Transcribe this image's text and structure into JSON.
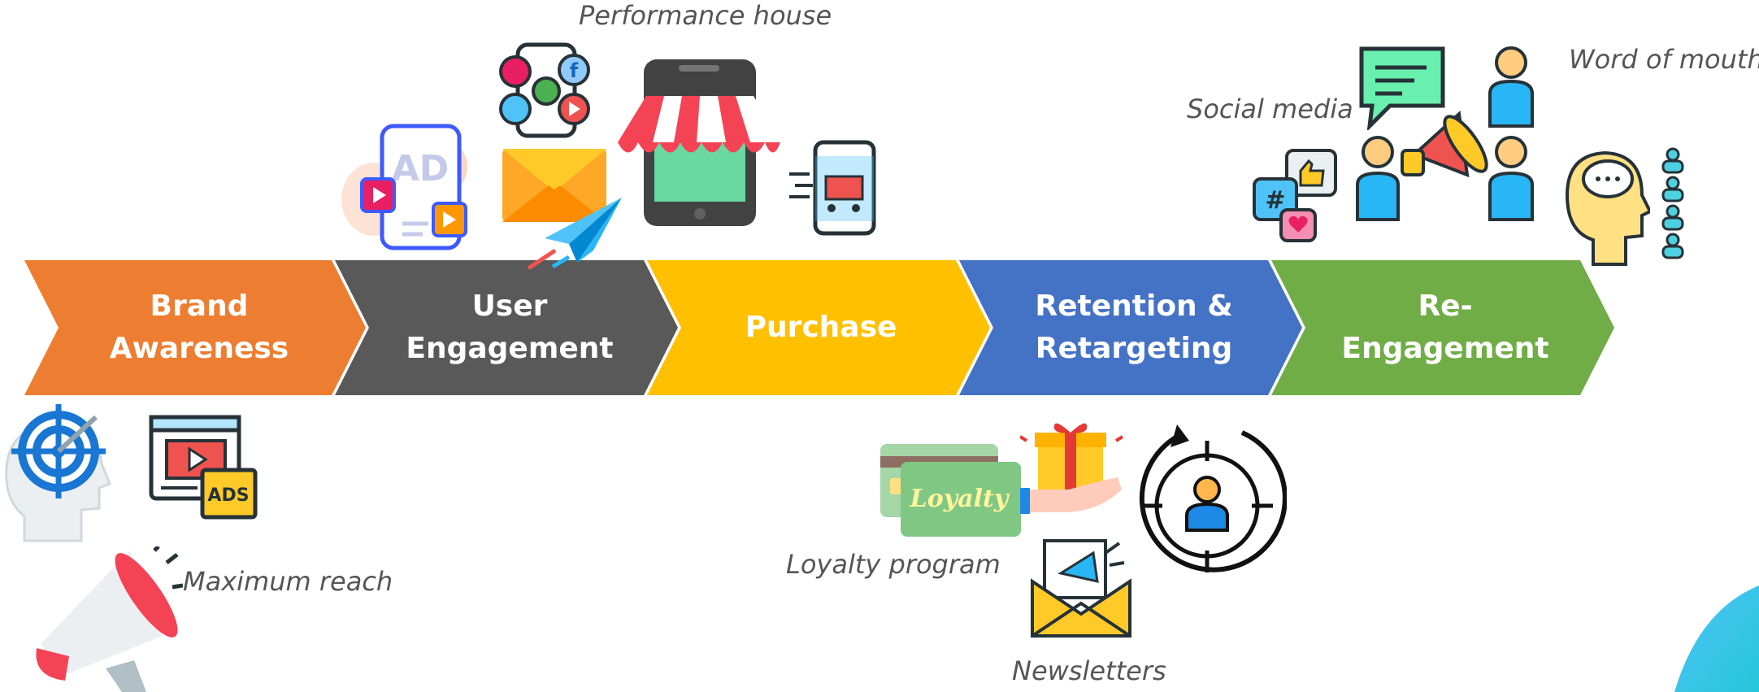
{
  "stages": [
    {
      "label": "Brand\nAwareness",
      "color": "#ED7D31"
    },
    {
      "label": "User\nEngagement",
      "color": "#595959"
    },
    {
      "label": "Purchase",
      "color": "#FFC000"
    },
    {
      "label": "Retention &\nRetargeting",
      "color": "#4472C4"
    },
    {
      "label": "Re-\nEngagement",
      "color": "#70AD47"
    }
  ],
  "captions": {
    "performance_house": "Performance house",
    "social_media": "Social media",
    "word_of_mouth": "Word of mouth",
    "maximum_reach": "Maximum reach",
    "loyalty_program": "Loyalty program",
    "newsletters": "Newsletters"
  },
  "icon_texts": {
    "ad": "AD",
    "ads": "ADS",
    "loyalty": "Loyalty",
    "hashtag": "#"
  },
  "icons": [
    "ad-phone-icon",
    "social-phone-icon",
    "email-icon",
    "paper-plane-icon",
    "storefront-tablet-icon",
    "mobile-cart-icon",
    "chat-bubble-icon",
    "megaphone-people-icon",
    "social-reactions-icon",
    "word-of-mouth-head-icon",
    "audience-icon",
    "target-head-icon",
    "video-ads-icon",
    "megaphone-icon",
    "loyalty-card-icon",
    "gift-hand-icon",
    "customer-target-icon",
    "newsletter-icon"
  ]
}
